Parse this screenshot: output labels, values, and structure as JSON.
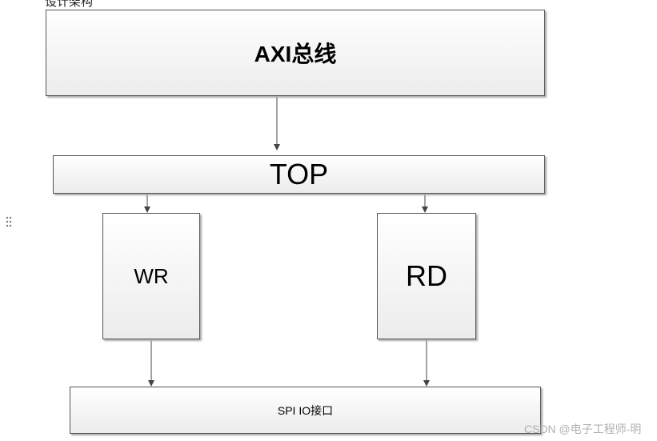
{
  "caption": "设计架构",
  "nodes": {
    "axi": "AXI总线",
    "top": "TOP",
    "wr": "WR",
    "rd": "RD",
    "spi": "SPI IO接口"
  },
  "edges": [
    [
      "axi",
      "top"
    ],
    [
      "top",
      "wr"
    ],
    [
      "top",
      "rd"
    ],
    [
      "wr",
      "spi"
    ],
    [
      "rd",
      "spi"
    ]
  ],
  "watermark": "CSDN @电子工程师-明"
}
